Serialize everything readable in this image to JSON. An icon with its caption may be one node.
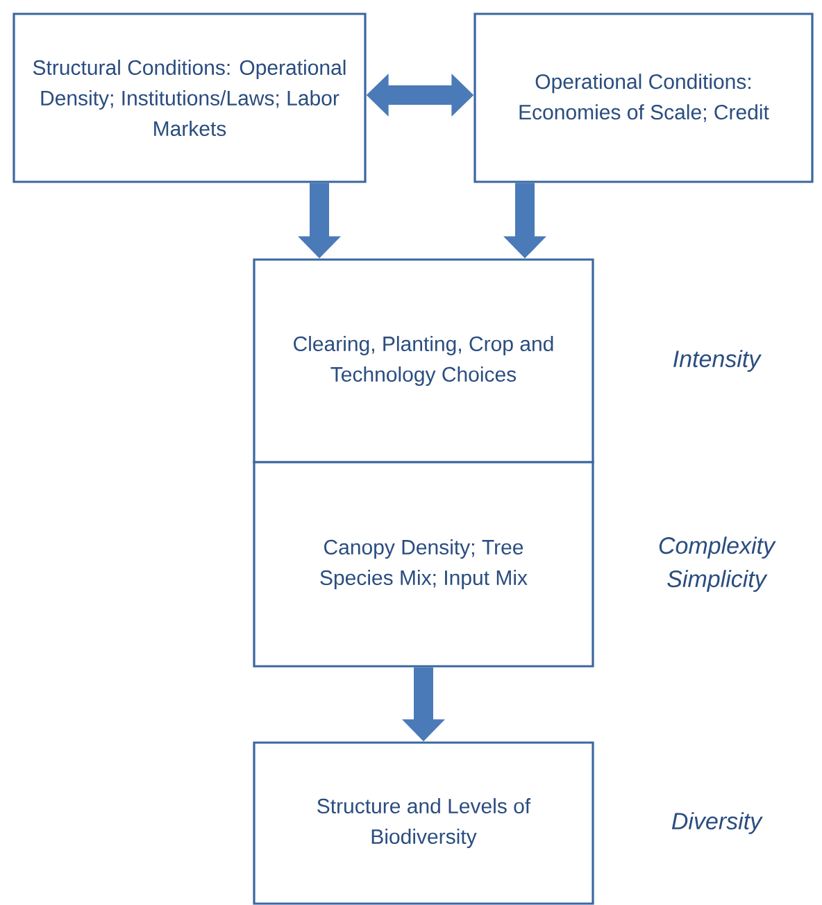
{
  "diagram": {
    "nodes": [
      {
        "text": [
          "Structural Conditions: Operational Density; Institutions/Laws; Labor Markets"
        ]
      },
      {
        "text": [
          "Operational Conditions: Economies of Scale; Credit"
        ]
      },
      {
        "text": [
          "Clearing, Planting, Crop and Technology Choices"
        ],
        "beside": [
          "Intensity"
        ]
      },
      {
        "text": [
          "Canopy Density; Tree Species Mix; Input Mix"
        ],
        "beside": [
          "Complexity Simplicity"
        ]
      },
      {
        "text": [
          "Structure and Levels of Biodiversity"
        ],
        "beside": [
          "Diversity"
        ]
      }
    ],
    "edges": [
      {
        "from": 0,
        "to": 1,
        "arrow": "both"
      },
      {
        "from": 0,
        "to": 2,
        "arrow": "to"
      },
      {
        "from": 1,
        "to": 2,
        "arrow": "to"
      },
      {
        "from": 3,
        "to": 4,
        "arrow": "to"
      }
    ]
  }
}
